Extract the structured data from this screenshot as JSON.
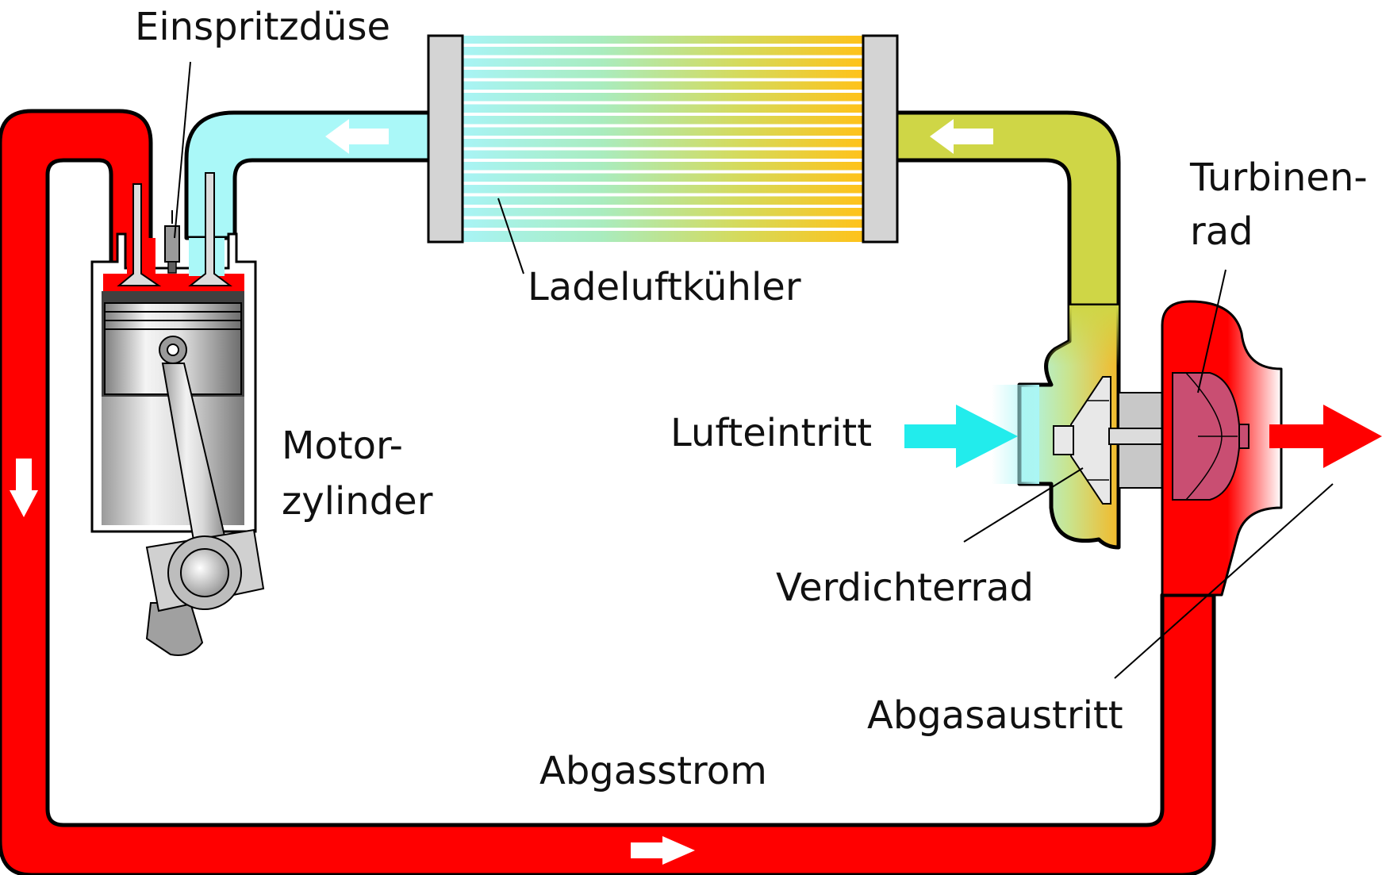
{
  "labels": {
    "injector": "Einspritzdüse",
    "intercooler": "Ladeluftkühler",
    "turbine_line1": "Turbinen-",
    "turbine_line2": "rad",
    "air_inlet": "Lufteintritt",
    "cylinder_line1": "Motor-",
    "cylinder_line2": "zylinder",
    "compressor_wheel": "Verdichterrad",
    "exhaust_outlet": "Abgasaustritt",
    "exhaust_flow": "Abgasstrom"
  },
  "colors": {
    "exhaust": "#ff0000",
    "cool_air": "#aaf8f8",
    "warm_air": "#cfd646",
    "intake_arrow": "#22ecec",
    "turbine_wheel": "#c94e72",
    "metal": "#cfcfcf"
  },
  "icons": [
    "flow-arrow-icon",
    "intake-arrow-icon",
    "exhaust-arrow-icon"
  ]
}
